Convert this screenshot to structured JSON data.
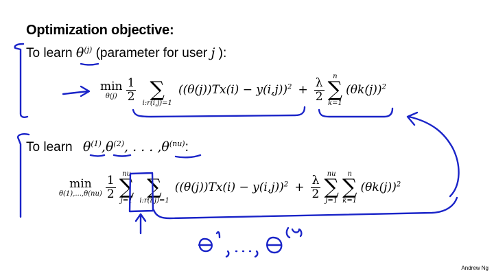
{
  "title": "Optimization objective:",
  "line1": {
    "prefix": "To learn ",
    "theta": "θ",
    "theta_sup": "(j)",
    "middle": " (parameter for user ",
    "user_var": "j",
    "suffix": " ):"
  },
  "formula1": {
    "min_word": "min",
    "min_sub": "θ(j)",
    "half_num": "1",
    "half_den": "2",
    "sum_symbol": "∑",
    "sum_sub": "i:r(i,j)=1",
    "residual": "((θ(j))Tx(i) − y(i,j))",
    "residual_sq": "2",
    "plus": "+",
    "lambda_num": "λ",
    "lambda_den": "2",
    "reg_sum_sup": "n",
    "reg_sum_sub": "k=1",
    "reg_term": "(θk(j))",
    "reg_sq": "2"
  },
  "line2": {
    "prefix": "To learn ",
    "t1": "θ",
    "t1_sup": "(1)",
    "comma1": ",",
    "t2": "θ",
    "t2_sup": "(2)",
    "dots": ", . . . ,",
    "t3": "θ",
    "t3_sup": "(nu)",
    "suffix": ":"
  },
  "formula2": {
    "min_word": "min",
    "min_sub": "θ(1),...,θ(nu)",
    "half_num": "1",
    "half_den": "2",
    "sum_users_symbol": "∑",
    "sum_users_sup": "nu",
    "sum_users_sub": "j=1",
    "sum_symbol": "∑",
    "sum_sub": "i:r(i,j)=1",
    "residual": "((θ(j))Tx(i) − y(i,j))",
    "residual_sq": "2",
    "plus": "+",
    "lambda_num": "λ",
    "lambda_den": "2",
    "reg_users_sup": "nu",
    "reg_users_sub": "j=1",
    "reg_sum_sup": "n",
    "reg_sum_sub": "k=1",
    "reg_term": "(θk(j))",
    "reg_sq": "2"
  },
  "handwritten_note": "θ(1), ..., θ(nu)",
  "credit": "Andrew Ng",
  "ink_color": "#1a24c8"
}
